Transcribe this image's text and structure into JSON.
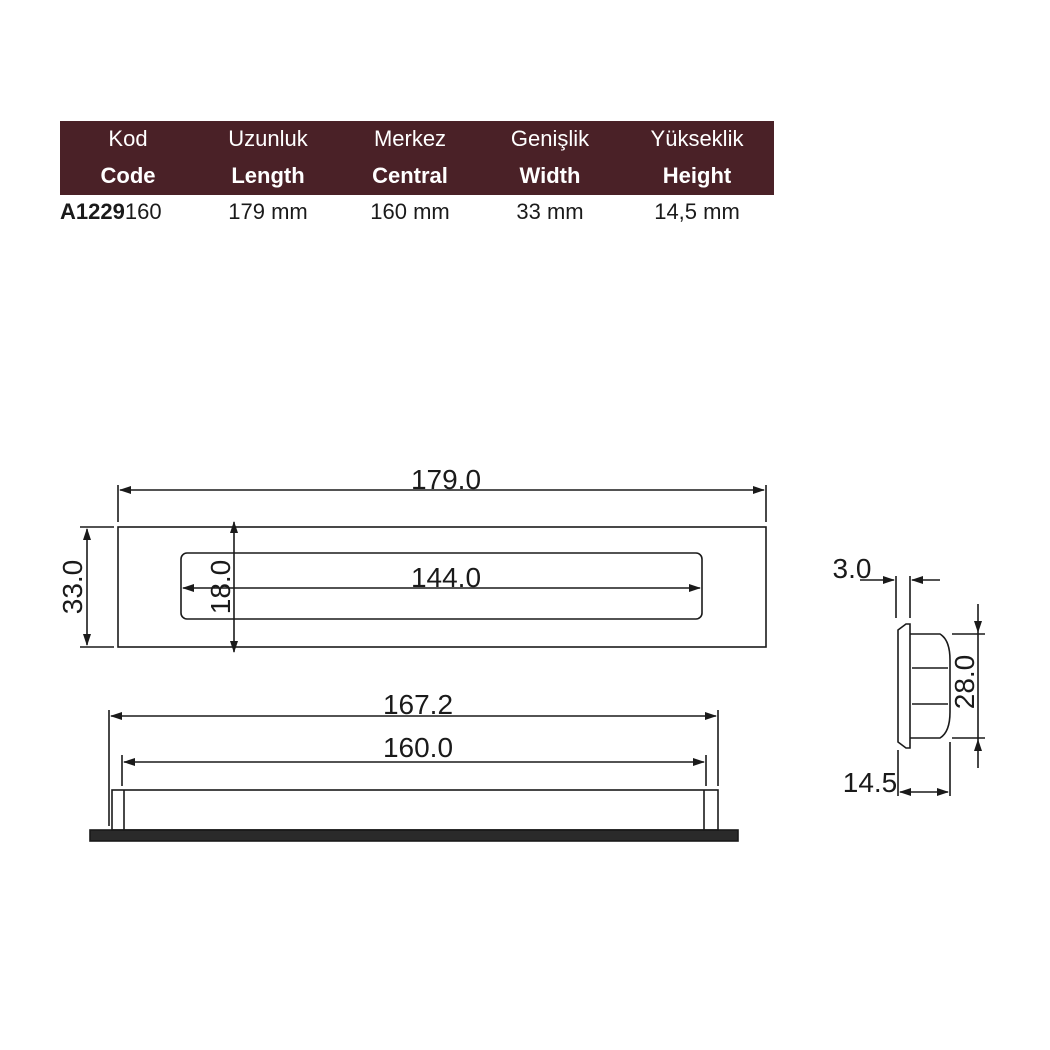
{
  "spec_table": {
    "headers": [
      {
        "tr": "Kod",
        "en": "Code"
      },
      {
        "tr": "Uzunluk",
        "en": "Length"
      },
      {
        "tr": "Merkez",
        "en": "Central"
      },
      {
        "tr": "Genişlik",
        "en": "Width"
      },
      {
        "tr": "Yükseklik",
        "en": "Height"
      }
    ],
    "row": {
      "code_bold": "A1229",
      "code_rest": "160",
      "length": "179 mm",
      "central": "160 mm",
      "width": "33 mm",
      "height": "14,5 mm"
    },
    "header_color": "#4a2127"
  },
  "drawing": {
    "top_view": {
      "overall_length": "179.0",
      "overall_width": "33.0",
      "slot_length": "144.0",
      "slot_width": "18.0"
    },
    "front_view": {
      "base_length": "167.2",
      "center_distance": "160.0"
    },
    "side_view": {
      "plate_thickness": "3.0",
      "body_height": "28.0",
      "overall_height": "14.5"
    },
    "line_color": "#1a1a1a"
  }
}
